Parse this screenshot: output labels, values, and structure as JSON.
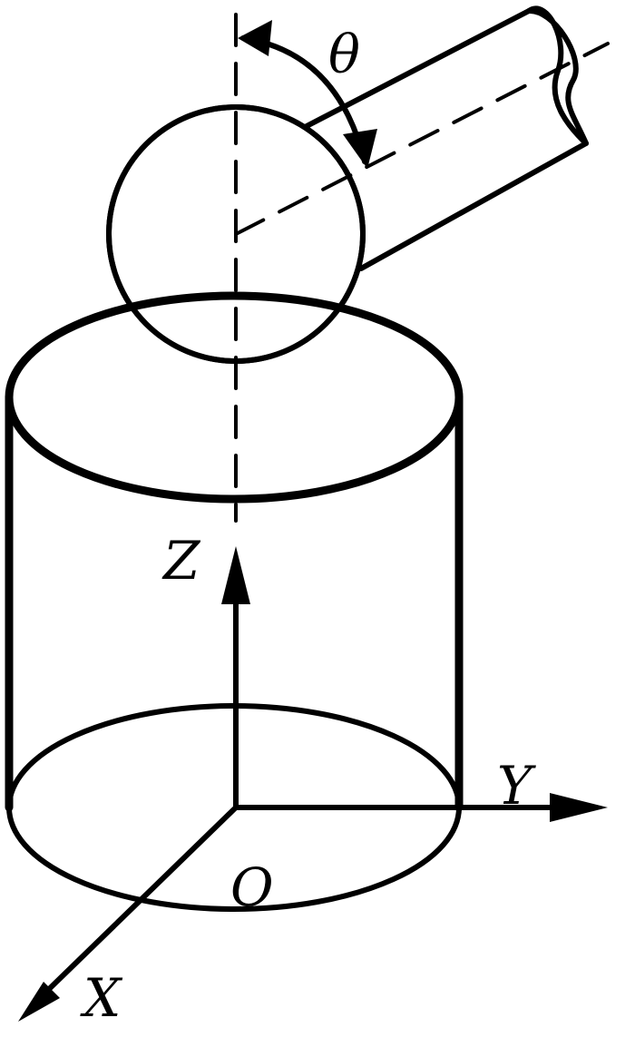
{
  "labels": {
    "theta": "θ",
    "z_axis": "Z",
    "y_axis": "Y",
    "x_axis": "X",
    "origin": "O"
  }
}
